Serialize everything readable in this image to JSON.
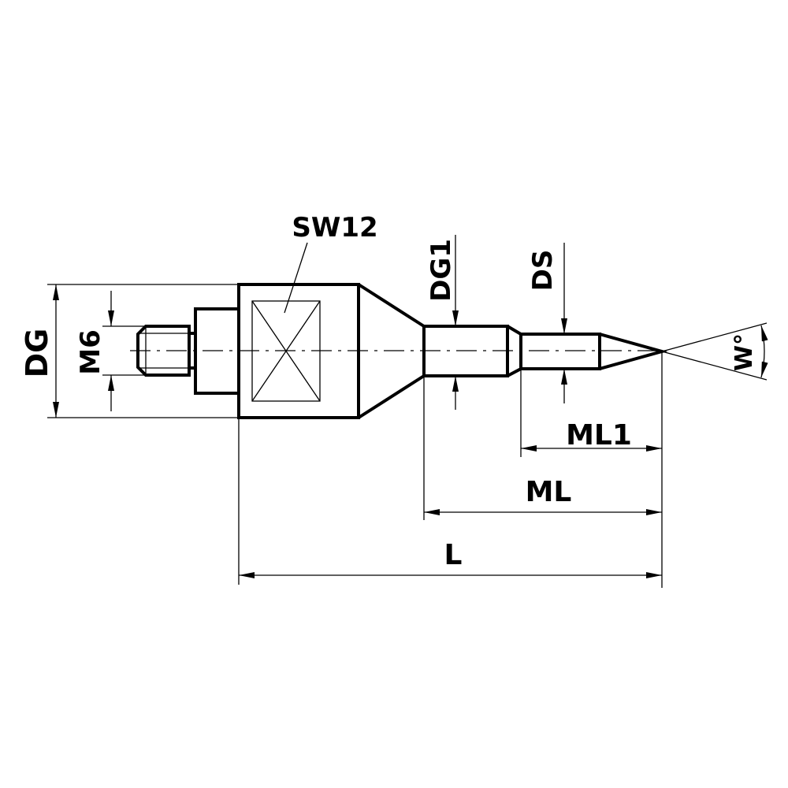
{
  "drawing": {
    "title": "Stylus technical drawing",
    "colors": {
      "stroke": "#000000",
      "background": "#ffffff"
    },
    "labels": {
      "dg": "DG",
      "m6": "M6",
      "sw12": "SW12",
      "dg1": "DG1",
      "ds": "DS",
      "w": "W°",
      "ml1": "ML1",
      "ml": "ML",
      "l": "L"
    }
  }
}
